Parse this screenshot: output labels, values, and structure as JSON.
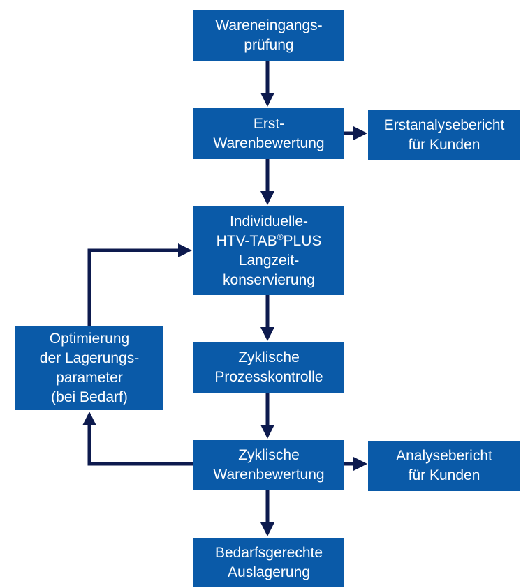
{
  "diagram": {
    "colors": {
      "box_fill": "#0a5aa8",
      "box_text": "#ffffff",
      "arrow": "#0d1a4e"
    },
    "boxes": {
      "wareneingang": {
        "line1": "Wareneingangs-",
        "line2": "prüfung"
      },
      "erstbewertung": {
        "line1": "Erst-",
        "line2": "Warenbewertung"
      },
      "erstanalysebericht": {
        "line1": "Erstanalysebericht",
        "line2": "für Kunden"
      },
      "konservierung": {
        "line1": "Individuelle-",
        "line2_pre": "HTV-TAB",
        "line2_mark": "®",
        "line2_post": "PLUS",
        "line3": "Langzeit-",
        "line4": "konservierung"
      },
      "optimierung": {
        "line1": "Optimierung",
        "line2": "der Lagerungs-",
        "line3": "parameter",
        "line4": "(bei Bedarf)"
      },
      "prozesskontrolle": {
        "line1": "Zyklische",
        "line2": "Prozesskontrolle"
      },
      "zykl_bewertung": {
        "line1": "Zyklische",
        "line2": "Warenbewertung"
      },
      "analysebericht": {
        "line1": "Analysebericht",
        "line2": "für Kunden"
      },
      "auslagerung": {
        "line1": "Bedarfsgerechte",
        "line2": "Auslagerung"
      }
    }
  }
}
